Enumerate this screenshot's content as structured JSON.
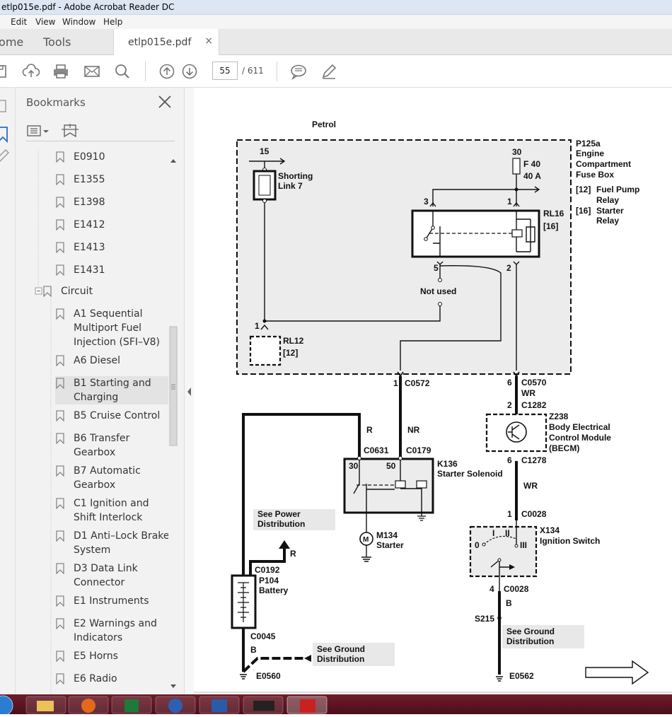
{
  "window": {
    "title": "etlp015e.pdf - Adobe Acrobat Reader DC"
  },
  "menu": [
    "Edit",
    "View",
    "Window",
    "Help"
  ],
  "top_tabs": {
    "home": "Home",
    "tools": "Tools"
  },
  "doc_tab": {
    "label": "etlp015e.pdf",
    "close": "×"
  },
  "toolbar": {
    "page_current": "55",
    "page_total": "/ 611"
  },
  "bookmarks": {
    "title": "Bookmarks",
    "items": [
      {
        "label": "E0910"
      },
      {
        "label": "E1355"
      },
      {
        "label": "E1398"
      },
      {
        "label": "E1412"
      },
      {
        "label": "E1413"
      },
      {
        "label": "E1431"
      },
      {
        "label": "Circuit"
      },
      {
        "label": "A1 Sequential Multiport Fuel Injection (SFI–V8)"
      },
      {
        "label": "A6 Diesel"
      },
      {
        "label": "B1 Starting and Charging"
      },
      {
        "label": "B5 Cruise Control"
      },
      {
        "label": "B6 Transfer Gearbox"
      },
      {
        "label": "B7 Automatic Gearbox"
      },
      {
        "label": "C1 Ignition and Shift Interlock"
      },
      {
        "label": "D1 Anti–Lock Brake System"
      },
      {
        "label": "D3 Data Link Connector"
      },
      {
        "label": "E1 Instruments"
      },
      {
        "label": "E2 Warnings and Indicators"
      },
      {
        "label": "E5 Horns"
      },
      {
        "label": "E6 Radio"
      }
    ]
  },
  "diagram": {
    "petrol": "Petrol",
    "fusebox": [
      "P125a",
      "Engine",
      "Compartment",
      "Fuse Box"
    ],
    "relay_list": [
      [
        "[12]",
        "Fuel Pump",
        "Relay"
      ],
      [
        "[16]",
        "Starter",
        "Relay"
      ]
    ],
    "pin15": "15",
    "shorting_link": [
      "Shorting",
      "Link 7"
    ],
    "pin30": "30",
    "fuse": [
      "F 40",
      "40 A"
    ],
    "rl16": [
      "RL16",
      "[16]"
    ],
    "pin3": "3",
    "pin1a": "1",
    "pin5": "5",
    "pin2": "2",
    "pin1b": "1",
    "not_used": "Not used",
    "rl12": [
      "RL12",
      "[12]"
    ],
    "c0572": [
      "1",
      "C0572"
    ],
    "c0570": [
      "6",
      "C0570",
      "WR"
    ],
    "c1282": [
      "2",
      "C1282"
    ],
    "z238": [
      "Z238",
      "Body Electrical",
      "Control Module",
      "(BECM)"
    ],
    "c1278": [
      "6",
      "C1278"
    ],
    "wr2": "WR",
    "r1": "R",
    "nr": "NR",
    "c0631": "C0631",
    "c0179": "C0179",
    "k136": [
      "K136",
      "Starter Solenoid"
    ],
    "k30": "30",
    "k50": "50",
    "see_power": [
      "See Power",
      "Distribution"
    ],
    "m134": [
      "M134",
      "Starter"
    ],
    "motor_m": "M",
    "r2": "R",
    "c0192": "C0192",
    "p104": [
      "P104",
      "Battery"
    ],
    "c0045": "C0045",
    "b1": "B",
    "see_ground1": [
      "See Ground",
      "Distribution"
    ],
    "e0560": "E0560",
    "c0028a": [
      "1",
      "C0028"
    ],
    "x134": [
      "X134",
      "Ignition Switch"
    ],
    "sw_pos": [
      "0",
      "I",
      "II",
      "III"
    ],
    "c0028b": [
      "4",
      "C0028"
    ],
    "b2": "B",
    "s215": "S215",
    "see_ground2": [
      "See Ground",
      "Distribution"
    ],
    "e0562": "E0562"
  }
}
